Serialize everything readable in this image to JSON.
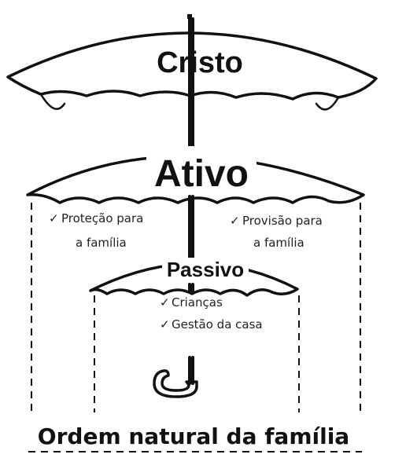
{
  "top_umbrella": {
    "label": "Cristo"
  },
  "middle_umbrella": {
    "label": "Ativo",
    "left_item": {
      "check": "✓",
      "line1": "Proteção para",
      "line2": "a família"
    },
    "right_item": {
      "check": "✓",
      "line1": "Provisão para",
      "line2": "a família"
    }
  },
  "bottom_umbrella": {
    "label": "Passivo",
    "items": [
      {
        "check": "✓",
        "text": "Crianças"
      },
      {
        "check": "✓",
        "text": "Gestão da casa"
      }
    ]
  },
  "caption": "Ordem natural da família"
}
